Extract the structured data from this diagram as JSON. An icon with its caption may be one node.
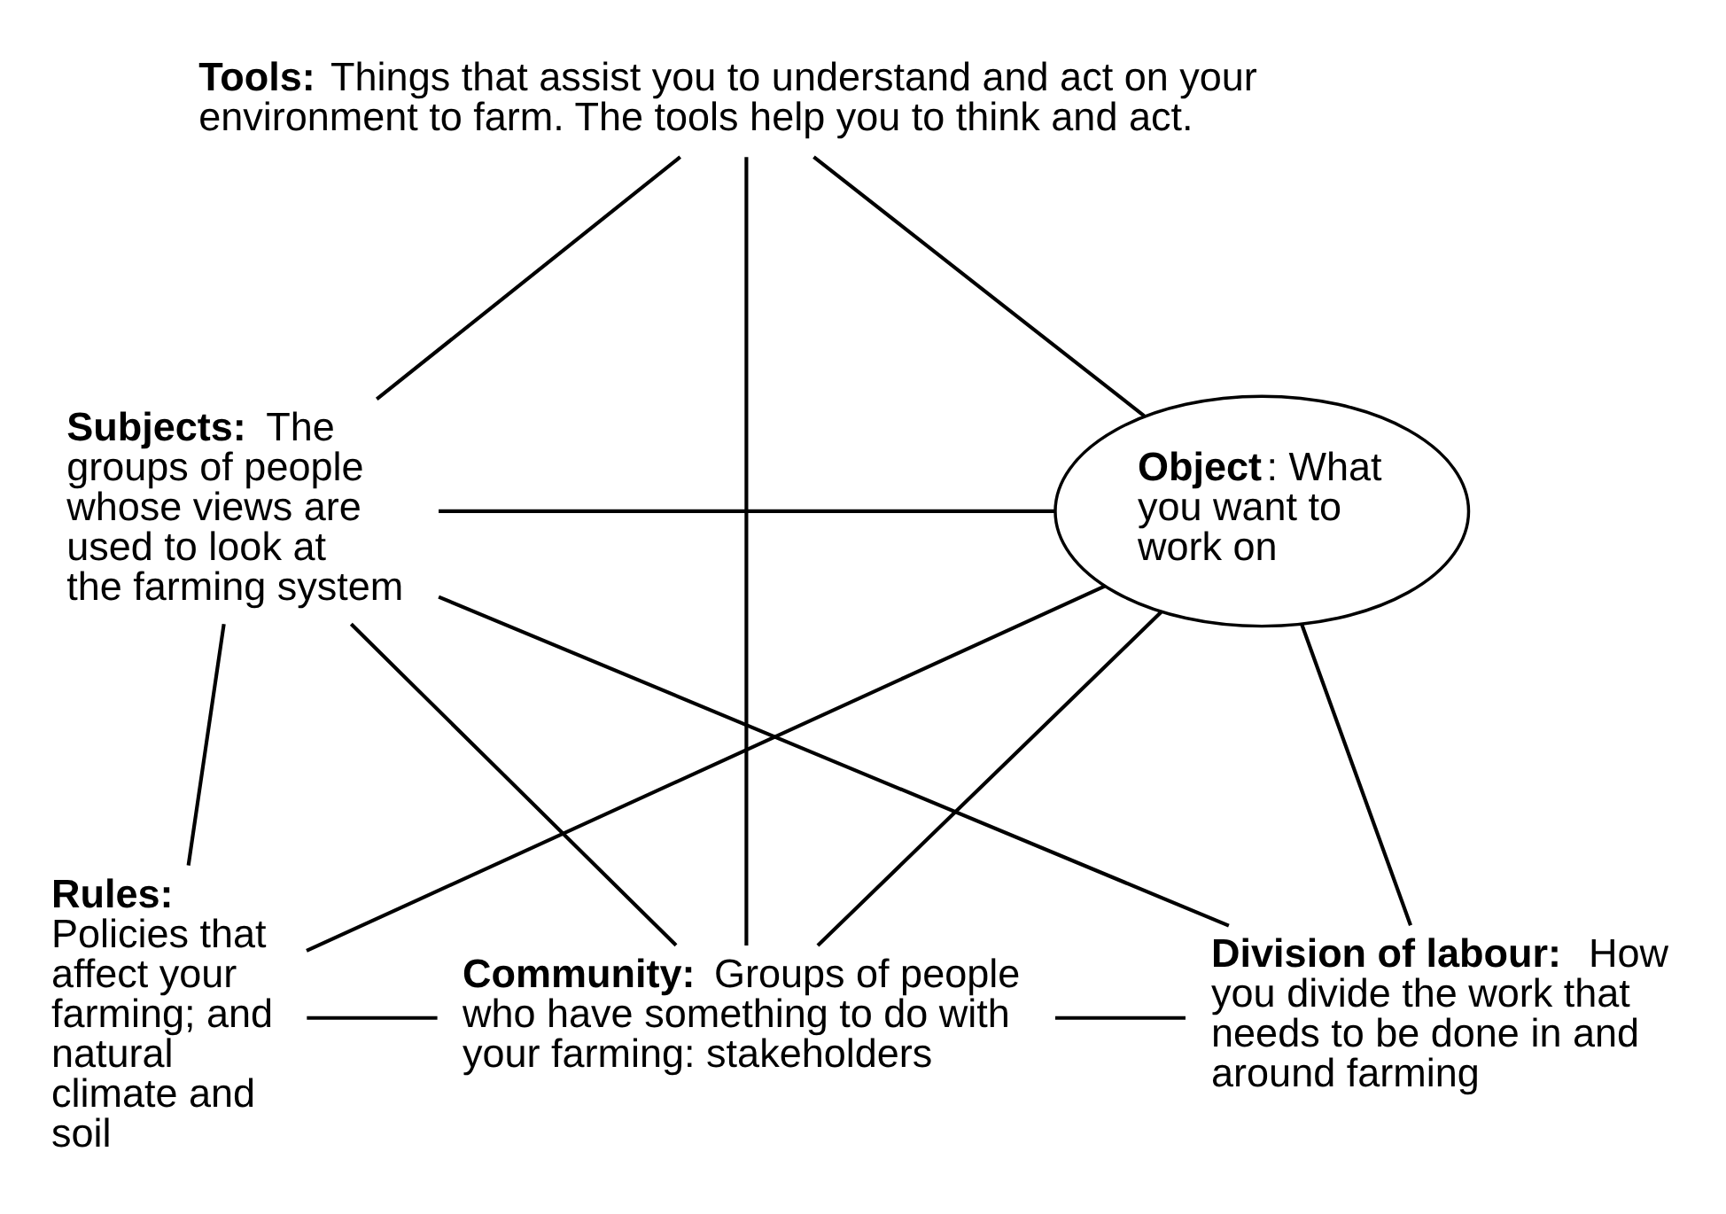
{
  "diagram": {
    "nodes": [
      {
        "text": [
          "**Tools:** Things that assist you to understand and act on your environment to farm. The tools help you to think and act."
        ]
      },
      {
        "text": [
          "**Subjects:** The groups of people whose views are used to look at the farming system"
        ]
      },
      {
        "text": [
          "**Object**: What you want to work on"
        ]
      },
      {
        "text": [
          "**Rules:** Policies that affect your farming; and natural climate and soil"
        ]
      },
      {
        "text": [
          "**Community:** Groups of people who have something to do with your farming: stakeholders"
        ]
      },
      {
        "text": [
          "**Division of labour:** How you divide the work that needs to be done in and around farming"
        ]
      }
    ],
    "edges": [
      {
        "from": 0,
        "to": 1,
        "arrow": "none"
      },
      {
        "from": 0,
        "to": 2,
        "arrow": "none"
      },
      {
        "from": 0,
        "to": 4,
        "arrow": "none"
      },
      {
        "from": 1,
        "to": 2,
        "arrow": "none"
      },
      {
        "from": 1,
        "to": 3,
        "arrow": "none"
      },
      {
        "from": 1,
        "to": 4,
        "arrow": "none"
      },
      {
        "from": 1,
        "to": 5,
        "arrow": "none"
      },
      {
        "from": 3,
        "to": 2,
        "arrow": "none"
      },
      {
        "from": 4,
        "to": 2,
        "arrow": "none"
      },
      {
        "from": 2,
        "to": 5,
        "arrow": "none"
      },
      {
        "from": 3,
        "to": 4,
        "arrow": "none"
      },
      {
        "from": 4,
        "to": 5,
        "arrow": "none"
      }
    ]
  }
}
